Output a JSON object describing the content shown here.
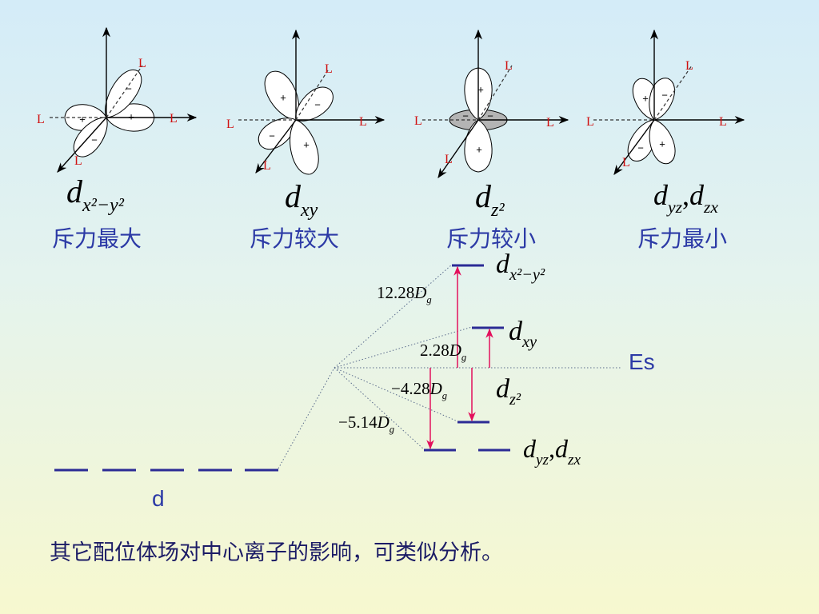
{
  "theme": {
    "bg_top": "#d4ecf8",
    "bg_bottom": "#f7f8cf",
    "text_blue": "#2c3aa6",
    "level_navy": "#2b2b95",
    "ligand_red": "#d01010",
    "arrow_magenta": "#e3105c",
    "torus_grey": "#b4b4b4"
  },
  "orbitals": [
    {
      "main": "d",
      "sub": "x²−y²",
      "repulsion": "斥力最大",
      "axis_labels": [
        "L",
        "L",
        "L",
        "L"
      ],
      "lobe_signs": [
        "+",
        "+",
        "−",
        "−"
      ]
    },
    {
      "main": "d",
      "sub": "xy",
      "repulsion": "斥力较大",
      "axis_labels": [
        "L",
        "L",
        "L",
        "L"
      ],
      "lobe_signs": [
        "+",
        "−",
        "−",
        "+"
      ]
    },
    {
      "main": "d",
      "sub": "z²",
      "repulsion": "斥力较小",
      "axis_labels": [
        "L",
        "L",
        "L",
        "L"
      ],
      "lobe_signs": [
        "+",
        "+",
        "−",
        "−"
      ]
    },
    {
      "parts": [
        {
          "main": "d",
          "sub": "yz"
        },
        {
          "main": "d",
          "sub": "zx"
        }
      ],
      "separator": ",",
      "repulsion": "斥力最小",
      "axis_labels": [
        "L",
        "L",
        "L",
        "L"
      ],
      "lobe_signs": [
        "+",
        "−",
        "−",
        "+"
      ]
    }
  ],
  "energy_diagram": {
    "reference_label": "Es",
    "degenerate_label": "d",
    "levels": [
      {
        "main": "d",
        "sub": "x²−y²",
        "energy": "12.28",
        "energy_symbol": "D",
        "energy_sub": "g"
      },
      {
        "main": "d",
        "sub": "xy",
        "energy": "2.28",
        "energy_symbol": "D",
        "energy_sub": "g"
      },
      {
        "main": "d",
        "sub": "z²",
        "energy": "−4.28",
        "energy_symbol": "D",
        "energy_sub": "g"
      },
      {
        "parts": [
          {
            "main": "d",
            "sub": "yz"
          },
          {
            "main": "d",
            "sub": "zx"
          }
        ],
        "separator": ",",
        "energy": "−5.14",
        "energy_symbol": "D",
        "energy_sub": "g"
      }
    ]
  },
  "footer_text": "其它配位体场对中心离子的影响，可类似分析。"
}
